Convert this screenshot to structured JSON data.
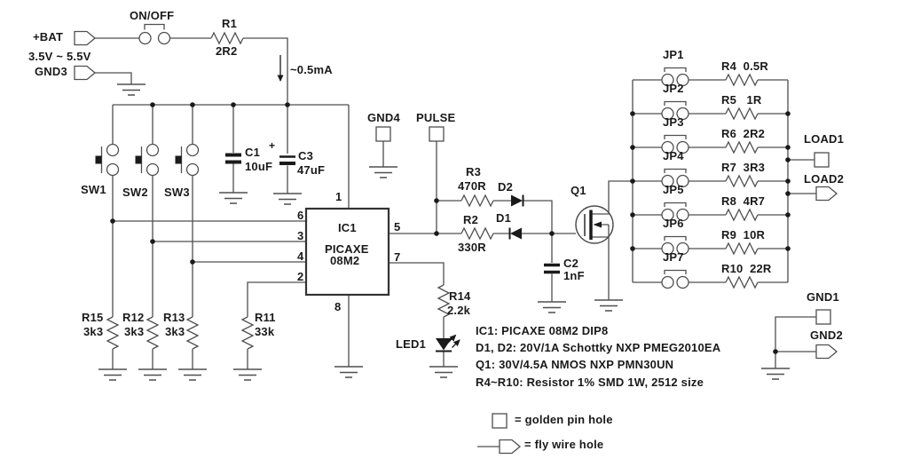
{
  "colors": {
    "background": "#ffffff",
    "wire": "#4f4f4f",
    "ink": "#1a1a1a"
  },
  "power": {
    "on_off": "ON/OFF",
    "bat": "+BAT",
    "bat_range": "3.5V ~ 5.5V",
    "gnd3": "GND3",
    "r1": "R1",
    "r1_val": "2R2",
    "current": "~0.5mA"
  },
  "switches": {
    "sw1": "SW1",
    "sw2": "SW2",
    "sw3": "SW3"
  },
  "caps": {
    "c1": "C1",
    "c1_val": "10uF",
    "c3": "C3",
    "c3_val": "47uF",
    "c3_polarity": "+",
    "c2": "C2",
    "c2_val": "1nF"
  },
  "pulldowns": {
    "r15": "R15",
    "r15_val": "3k3",
    "r12": "R12",
    "r12_val": "3k3",
    "r13": "R13",
    "r13_val": "3k3",
    "r11": "R11",
    "r11_val": "33k"
  },
  "ic": {
    "name": "IC1",
    "family": "PICAXE",
    "part": "08M2",
    "pin1": "1",
    "pin2": "2",
    "pin3": "3",
    "pin4": "4",
    "pin5": "5",
    "pin6": "6",
    "pin7": "7",
    "pin8": "8"
  },
  "testpoints": {
    "gnd4": "GND4",
    "pulse": "PULSE"
  },
  "gate_drive": {
    "r3": "R3",
    "r3_val": "470R",
    "r2": "R2",
    "r2_val": "330R",
    "d2": "D2",
    "d1": "D1",
    "q1": "Q1"
  },
  "indicator": {
    "r14": "R14",
    "r14_val": "2.2k",
    "led1": "LED1"
  },
  "load_bank": {
    "rows": [
      {
        "jp": "JP1",
        "res": "R4  0.5R"
      },
      {
        "jp": "JP2",
        "res": "R5   1R"
      },
      {
        "jp": "JP3",
        "res": "R6  2R2"
      },
      {
        "jp": "JP4",
        "res": "R7  3R3"
      },
      {
        "jp": "JP5",
        "res": "R8  4R7"
      },
      {
        "jp": "JP6",
        "res": "R9  10R"
      },
      {
        "jp": "JP7",
        "res": "R10  22R"
      }
    ]
  },
  "connectors": {
    "load1": "LOAD1",
    "load2": "LOAD2",
    "gnd1": "GND1",
    "gnd2": "GND2"
  },
  "notes": [
    "IC1: PICAXE 08M2 DIP8",
    "D1, D2: 20V/1A Schottky NXP PMEG2010EA",
    "Q1: 30V/4.5A NMOS NXP PMN30UN",
    "R4~R10: Resistor 1% SMD 1W, 2512 size"
  ],
  "legend": {
    "pin_hole": "= golden pin hole",
    "fly_wire": "= fly wire hole"
  }
}
